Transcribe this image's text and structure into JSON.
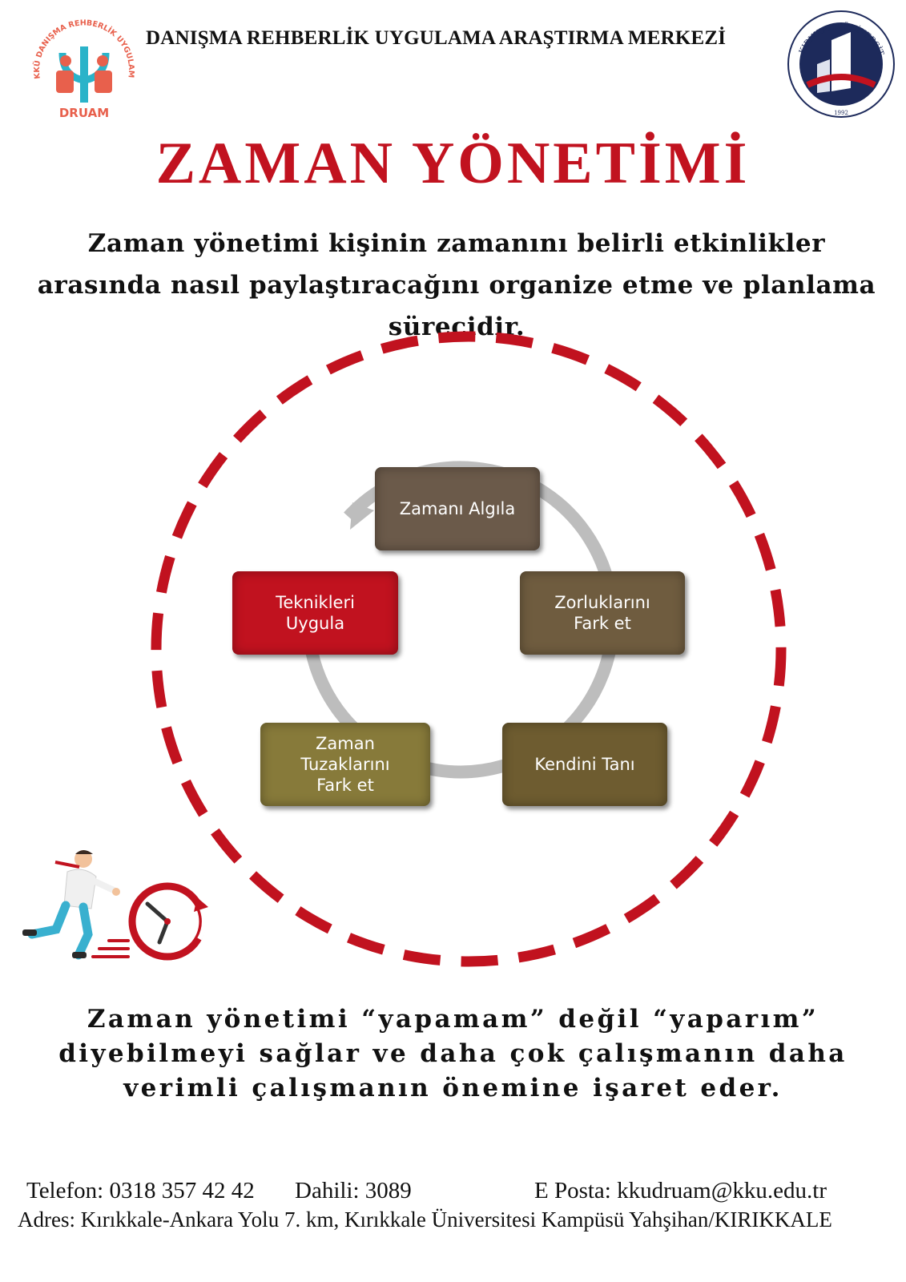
{
  "header": {
    "center_name": "DANIŞMA REHBERLİK UYGULAMA ARAŞTIRMA MERKEZİ",
    "left_logo": {
      "ring_text": "KKÜ DANIŞMA REHBERLİK UYGULAMA VE ARAŞTIRMA MERKEZİ",
      "wordmark": "DRUAM",
      "colors": {
        "red": "#e8604c",
        "blue": "#2bb3c9"
      }
    },
    "right_logo": {
      "ring_text": "KIRIKKALE ÜNİVERSİTESİ",
      "year": "1992",
      "colors": {
        "navy": "#1d2a5b",
        "red": "#c1121f"
      }
    }
  },
  "title": "ZAMAN YÖNETİMİ",
  "intro": "Zaman yönetimi kişinin zamanını belirli etkinlikler arasında nasıl paylaştıracağını organize etme ve planlama sürecidir.",
  "cycle": {
    "steps": [
      {
        "label": "Zamanı Algıla",
        "color": "#6b5a4a"
      },
      {
        "label": "Zorluklarını\nFark et",
        "color": "#6f5c3f"
      },
      {
        "label": "Kendini Tanı",
        "color": "#6e5c30"
      },
      {
        "label": "Zaman\nTuzaklarını\nFark et",
        "color": "#877a3a"
      },
      {
        "label": "Teknikleri\nUygula",
        "color": "#c1121f"
      }
    ],
    "ring_color": "#c1121f",
    "arrow_color": "#bdbdbd"
  },
  "closing": "Zaman yönetimi “yapamam” değil “yaparım” diyebilmeyi sağlar ve daha çok çalışmanın daha verimli çalışmanın önemine işaret eder.",
  "footer": {
    "phone": "Telefon: 0318 357 42 42",
    "extension": "Dahili: 3089",
    "email": "E Posta: kkudruam@kku.edu.tr",
    "address": "Adres: Kırıkkale-Ankara Yolu 7. km, Kırıkkale Üniversitesi Kampüsü Yahşihan/KIRIKKALE"
  }
}
